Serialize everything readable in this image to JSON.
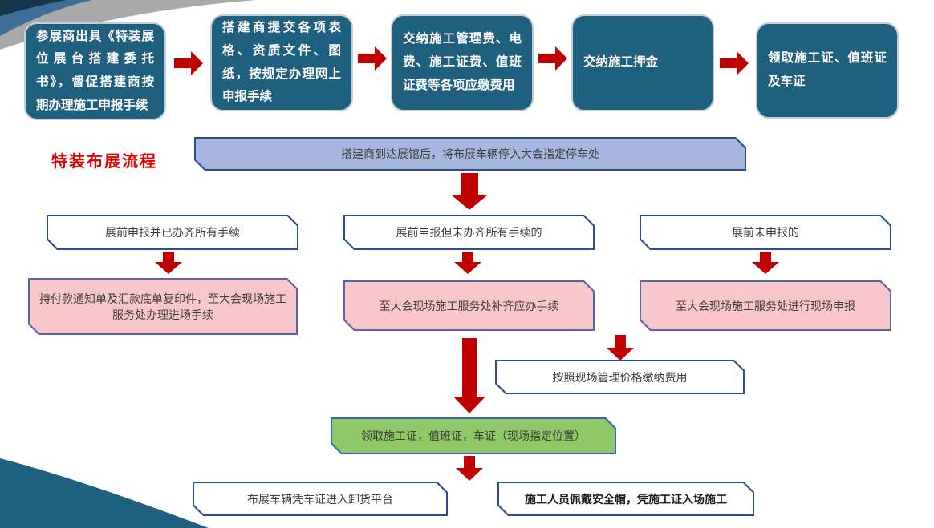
{
  "title": "特装布展流程",
  "top_flow": [
    {
      "label": "参展商出具《特装展位展台搭建委托书》，督促搭建商按期办理施工申报手续"
    },
    {
      "label": "搭建商提交各项表格、资质文件、图纸，按规定办理网上申报手续"
    },
    {
      "label": "交纳施工管理费、电费、施工证费、值班证费等各项应缴费用"
    },
    {
      "label": "交纳施工押金"
    },
    {
      "label": "领取施工证、值班证及车证"
    }
  ],
  "arrival_banner": "搭建商到达展馆后，将布展车辆停入大会指定停车处",
  "branches": [
    {
      "condition": "展前申报并已办齐所有手续",
      "action": "持付款通知单及汇款底单复印件，至大会现场施工服务处办理进场手续"
    },
    {
      "condition": "展前申报但未办齐所有手续的",
      "action": "至大会现场施工服务处补齐应办手续"
    },
    {
      "condition": "展前未申报的",
      "action": "至大会现场施工服务处进行现场申报"
    }
  ],
  "onsite_payment": "按照现场管理价格缴纳费用",
  "pickup_badges": "领取施工证，值班证，车证（现场指定位置）",
  "final_steps": [
    {
      "label": "布展车辆凭车证进入卸货平台"
    },
    {
      "label": "施工人员佩戴安全帽，凭施工证入场施工"
    }
  ],
  "colors": {
    "teal_box": "#20607F",
    "arrow_red": "#C00000",
    "banner_fill": "#A6B7DF",
    "pink_fill": "#F9C7C9",
    "green_fill": "#8FC867",
    "border_navy": "#2E4D8E",
    "title_red": "#E00000",
    "ribbon_navy": "#15374E",
    "ribbon_steel": "#3E6E96",
    "ribbon_gray": "#A9A9A9"
  }
}
